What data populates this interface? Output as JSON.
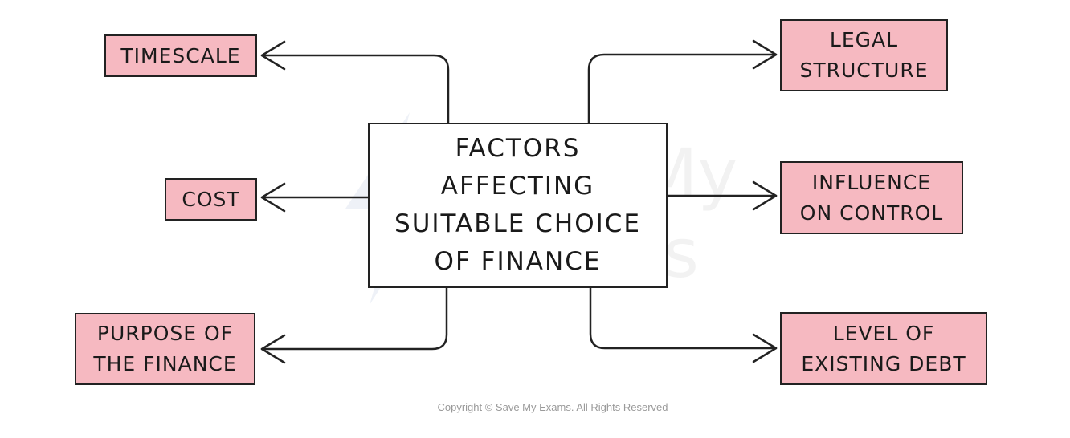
{
  "center": {
    "lines": [
      "FACTORS",
      "AFFECTING",
      "SUITABLE CHOICE",
      "OF FINANCE"
    ]
  },
  "factors": [
    {
      "key": "timescale",
      "lines": [
        "TIMESCALE"
      ]
    },
    {
      "key": "cost",
      "lines": [
        "COST"
      ]
    },
    {
      "key": "purpose",
      "lines": [
        "PURPOSE OF",
        "THE FINANCE"
      ]
    },
    {
      "key": "legal",
      "lines": [
        "LEGAL",
        "STRUCTURE"
      ]
    },
    {
      "key": "influence",
      "lines": [
        "INFLUENCE",
        "ON CONTROL"
      ]
    },
    {
      "key": "debt",
      "lines": [
        "LEVEL OF",
        "EXISTING DEBT"
      ]
    }
  ],
  "copyright": "Copyright © Save My Exams. All Rights Reserved",
  "colors": {
    "factor_fill": "#f6b9c1",
    "stroke": "#222222"
  }
}
